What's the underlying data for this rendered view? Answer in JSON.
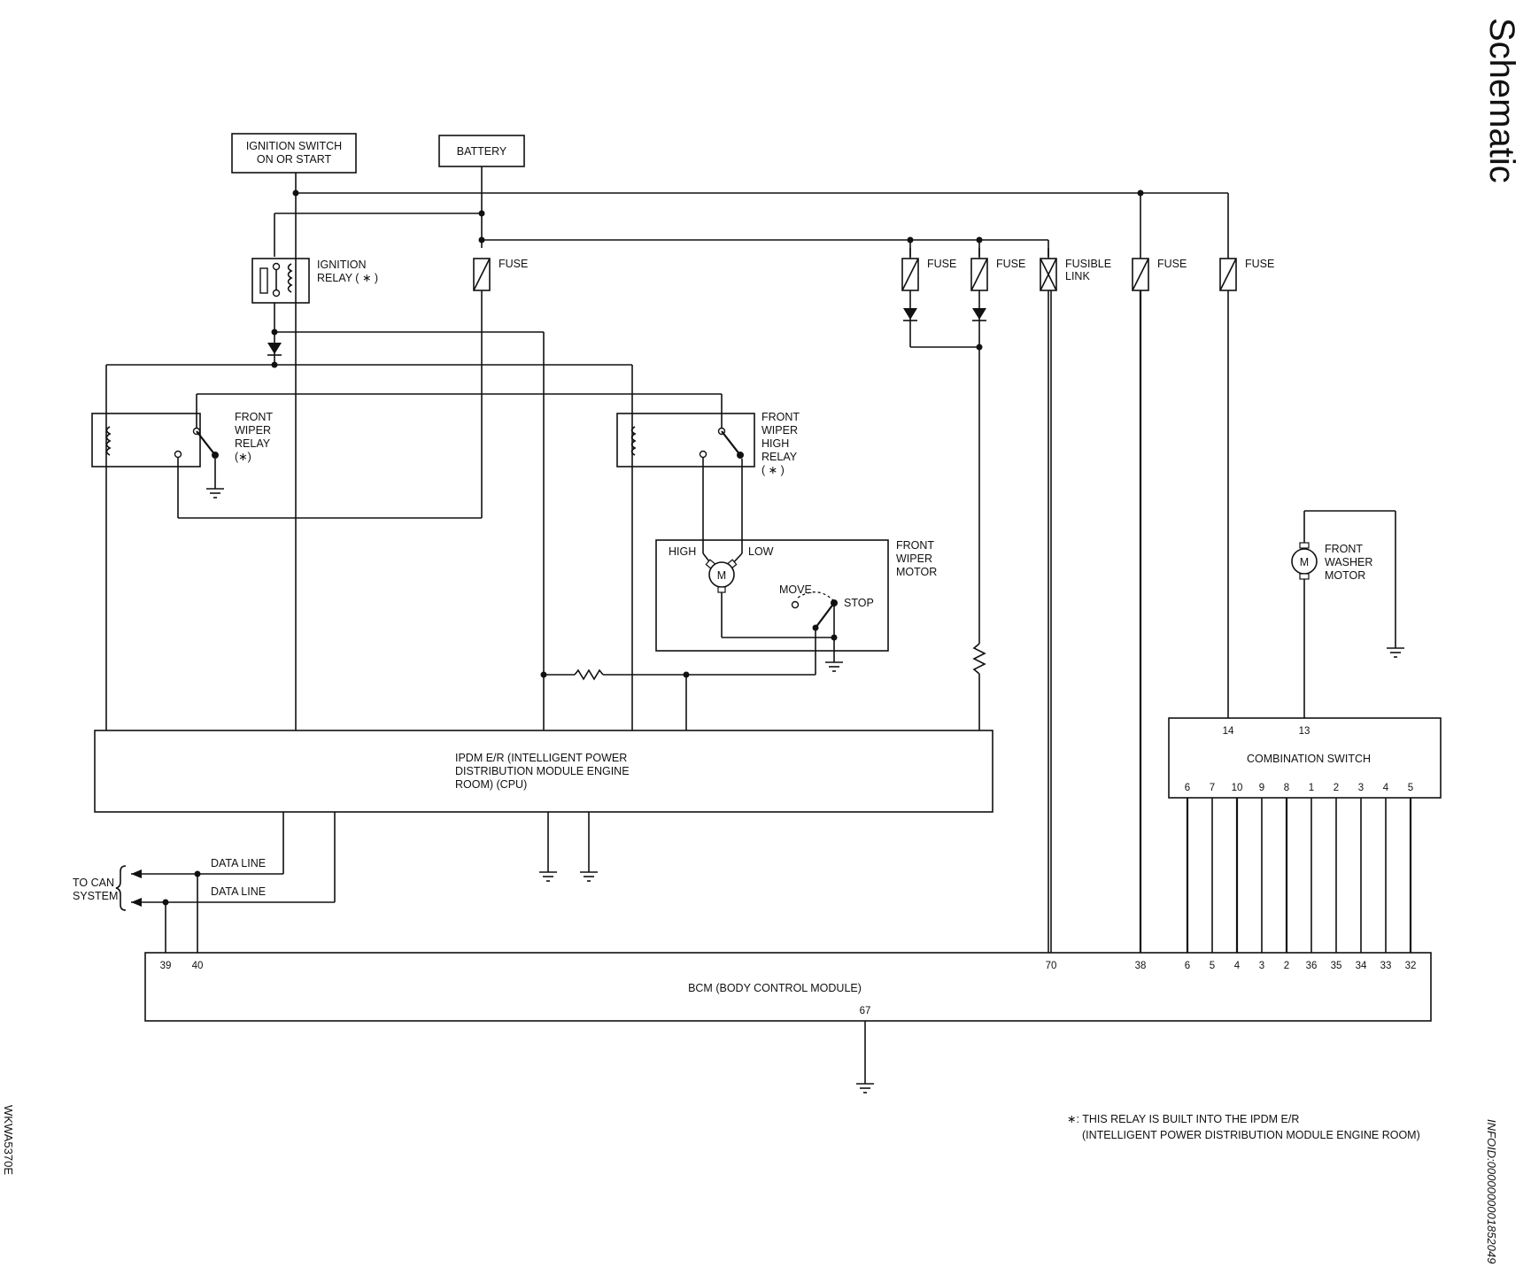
{
  "page": {
    "title": "Schematic",
    "left_code": "WKWA5370E",
    "right_code": "INFOID:0000000001852049"
  },
  "labels": {
    "ignition_switch": [
      "IGNITION SWITCH",
      "ON OR START"
    ],
    "battery": "BATTERY",
    "ignition_relay": [
      "IGNITION",
      "RELAY ( ∗ )"
    ],
    "fuse": "FUSE",
    "fusible_link": [
      "FUSIBLE",
      "LINK"
    ],
    "front_wiper_relay": [
      "FRONT",
      "WIPER",
      "RELAY",
      "(∗)"
    ],
    "front_wiper_high_relay": [
      "FRONT",
      "WIPER",
      "HIGH",
      "RELAY",
      "( ∗ )"
    ],
    "front_wiper_motor": [
      "FRONT",
      "WIPER",
      "MOTOR"
    ],
    "high": "HIGH",
    "low": "LOW",
    "move": "MOVE",
    "stop": "STOP",
    "motor_symbol": "M",
    "front_washer_motor": [
      "FRONT",
      "WASHER",
      "MOTOR"
    ],
    "ipdm": [
      "IPDM E/R (INTELLIGENT POWER",
      "DISTRIBUTION MODULE ENGINE",
      "ROOM) (CPU)"
    ],
    "combination_switch": "COMBINATION SWITCH",
    "bcm": "BCM (BODY CONTROL MODULE)",
    "data_line": "DATA LINE",
    "to_can_system": [
      "TO CAN",
      "SYSTEM"
    ],
    "footnote": [
      "∗: THIS RELAY IS BUILT INTO THE IPDM E/R",
      "(INTELLIGENT POWER DISTRIBUTION MODULE ENGINE ROOM)"
    ]
  },
  "pins": {
    "combination_switch_top": [
      "14",
      "13"
    ],
    "combination_switch_bottom": [
      "6",
      "7",
      "10",
      "9",
      "8",
      "1",
      "2",
      "3",
      "4",
      "5"
    ],
    "bcm_top_left": [
      "39",
      "40"
    ],
    "bcm_top_right": [
      "70",
      "38",
      "6",
      "5",
      "4",
      "3",
      "2",
      "36",
      "35",
      "34",
      "33",
      "32"
    ],
    "bcm_bottom": "67"
  }
}
